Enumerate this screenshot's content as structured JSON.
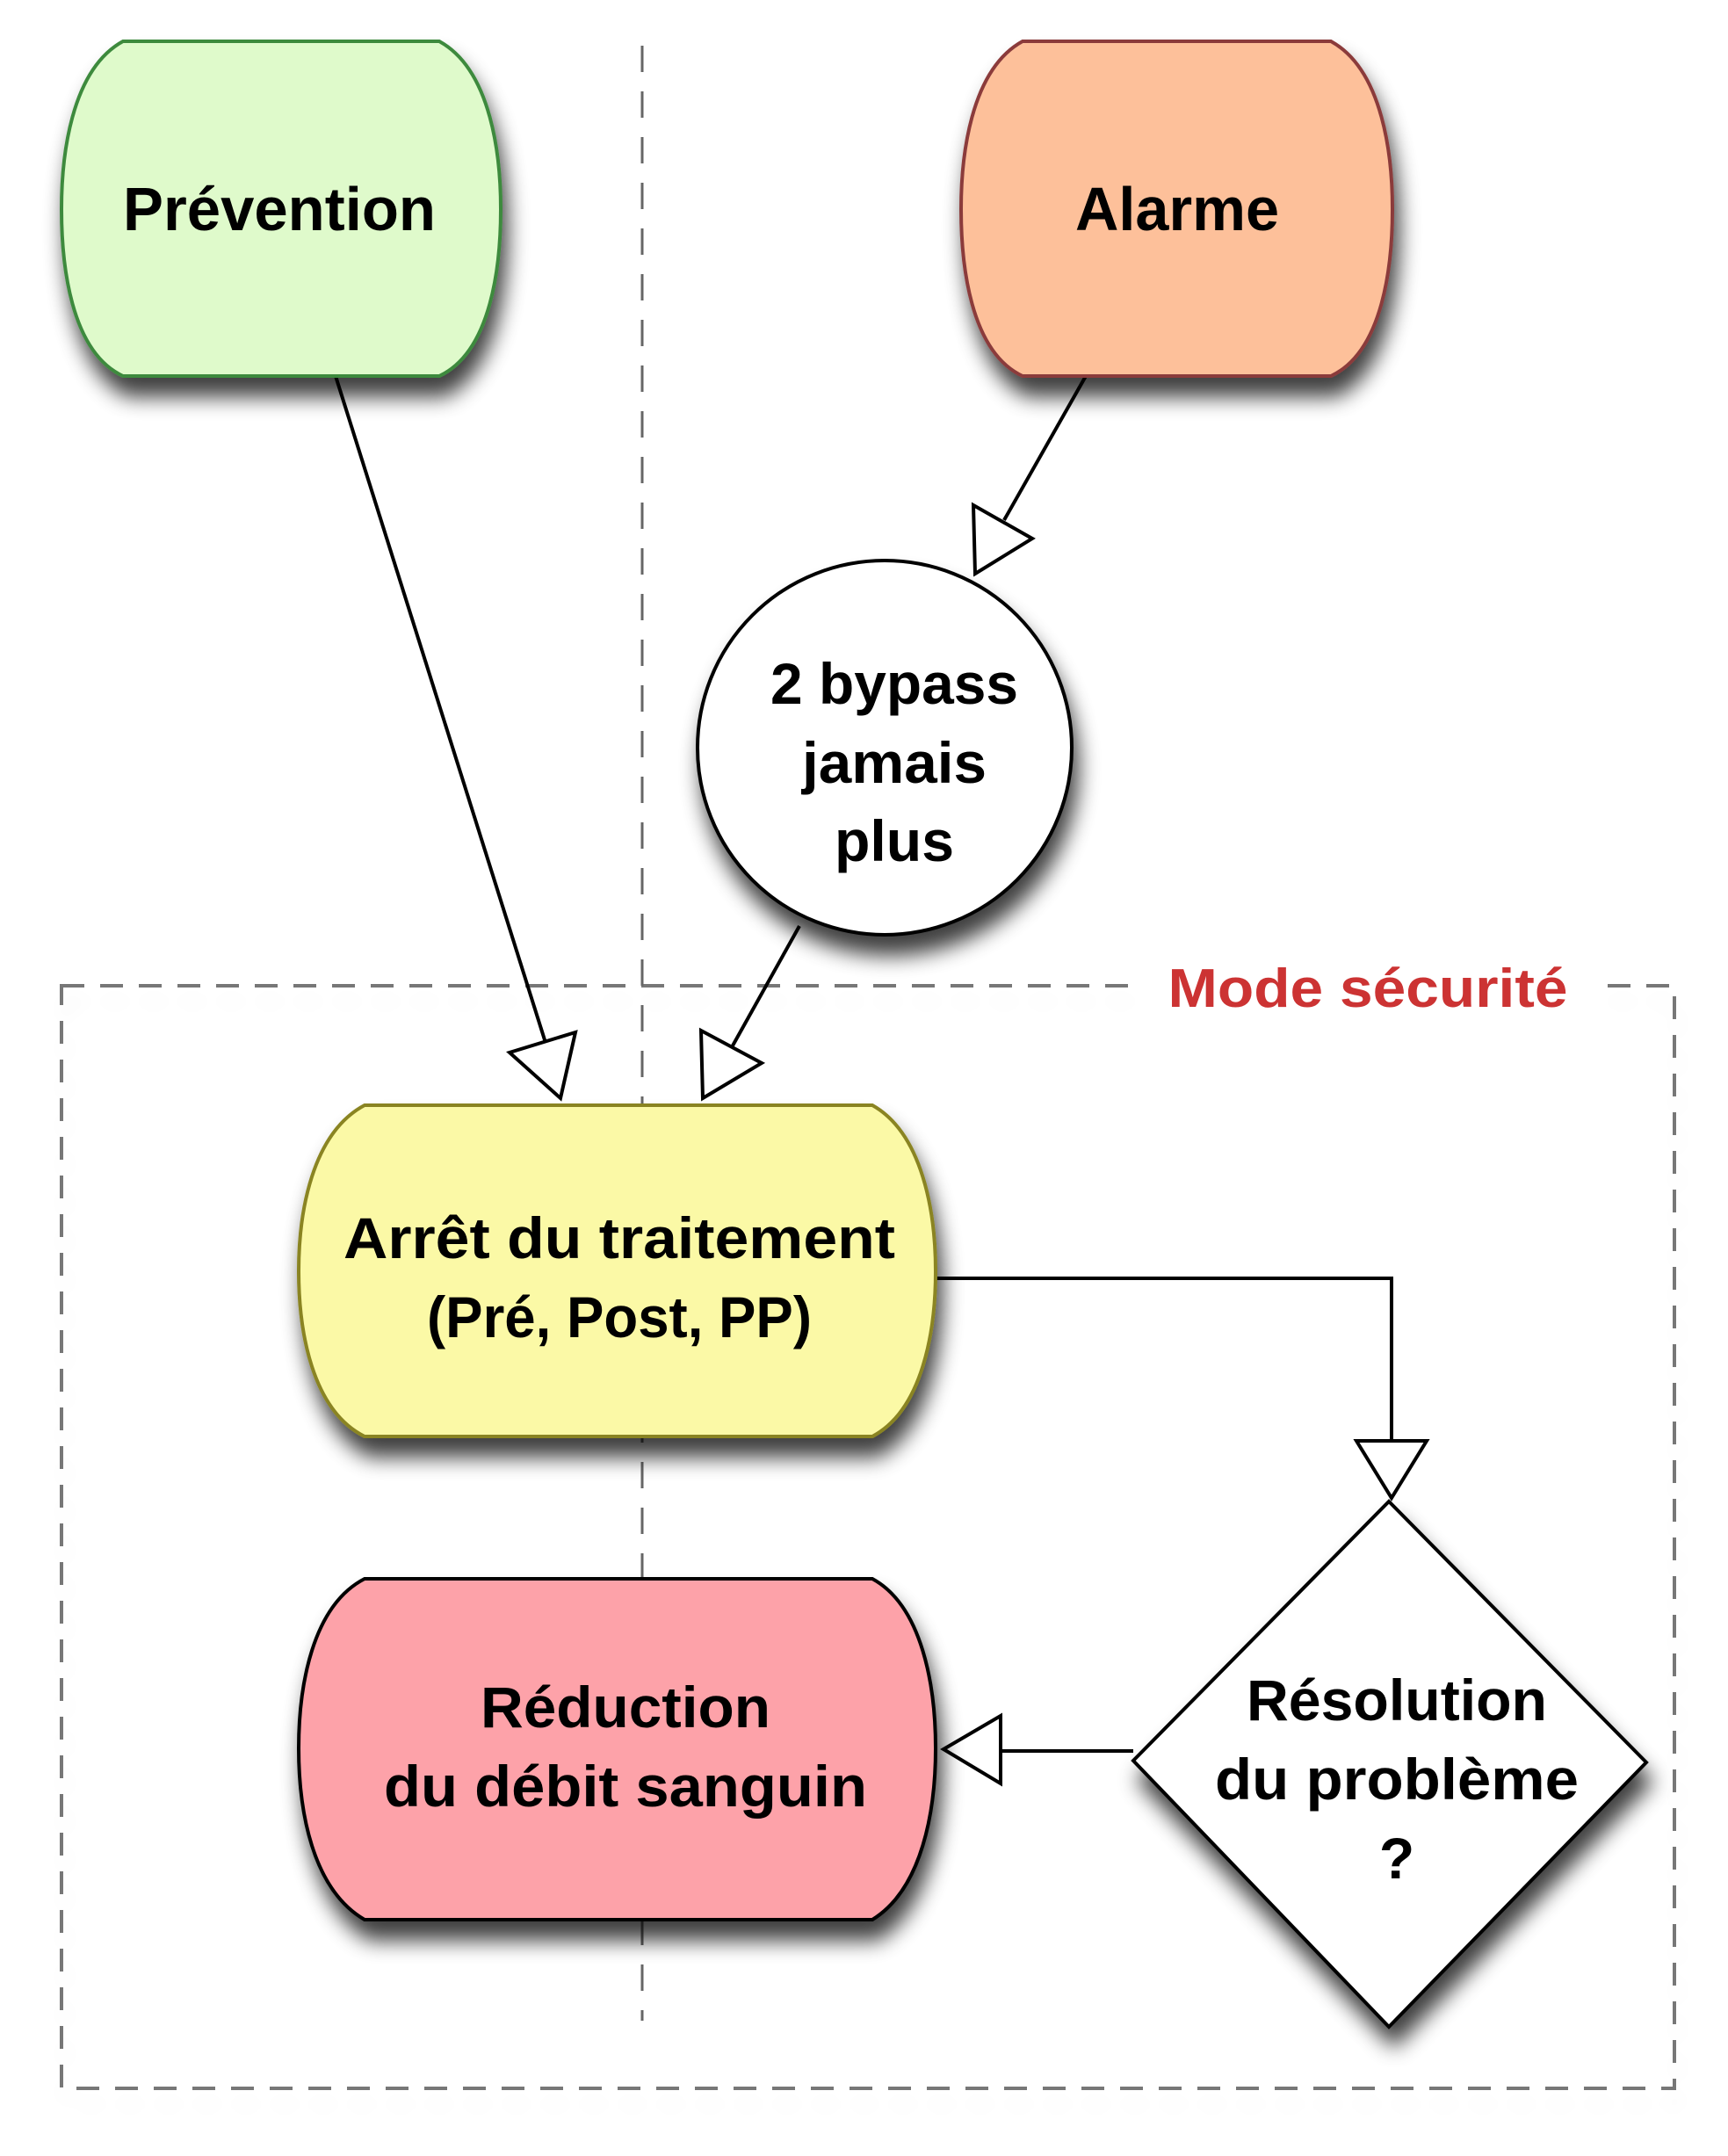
{
  "diagram": {
    "nodes": {
      "prevention": {
        "label": "Prévention",
        "fill": "#dffacb",
        "stroke": "#3e8a3e"
      },
      "alarme": {
        "label": "Alarme",
        "fill": "#fdc09a",
        "stroke": "#8b3a3a"
      },
      "bypass": {
        "lines": [
          "2 bypass",
          "jamais",
          "plus"
        ],
        "fill": "#ffffff",
        "stroke": "#000000"
      },
      "arret": {
        "lines": [
          "Arrêt du traitement",
          "(Pré, Post, PP)"
        ],
        "fill": "#fbf9a6",
        "stroke": "#8a8420"
      },
      "reduction": {
        "lines": [
          "Réduction",
          "du débit sanguin"
        ],
        "fill": "#fda2a9",
        "stroke": "#000000"
      },
      "resolution": {
        "lines": [
          "Résolution",
          "du problème",
          "?"
        ],
        "fill": "#ffffff",
        "stroke": "#000000"
      }
    },
    "group": {
      "label": "Mode sécurité",
      "label_color": "#cc3333"
    },
    "edges": [
      {
        "from": "prevention",
        "to": "arret"
      },
      {
        "from": "alarme",
        "to": "bypass"
      },
      {
        "from": "bypass",
        "to": "arret"
      },
      {
        "from": "arret",
        "to": "resolution"
      },
      {
        "from": "resolution",
        "to": "reduction"
      }
    ]
  }
}
